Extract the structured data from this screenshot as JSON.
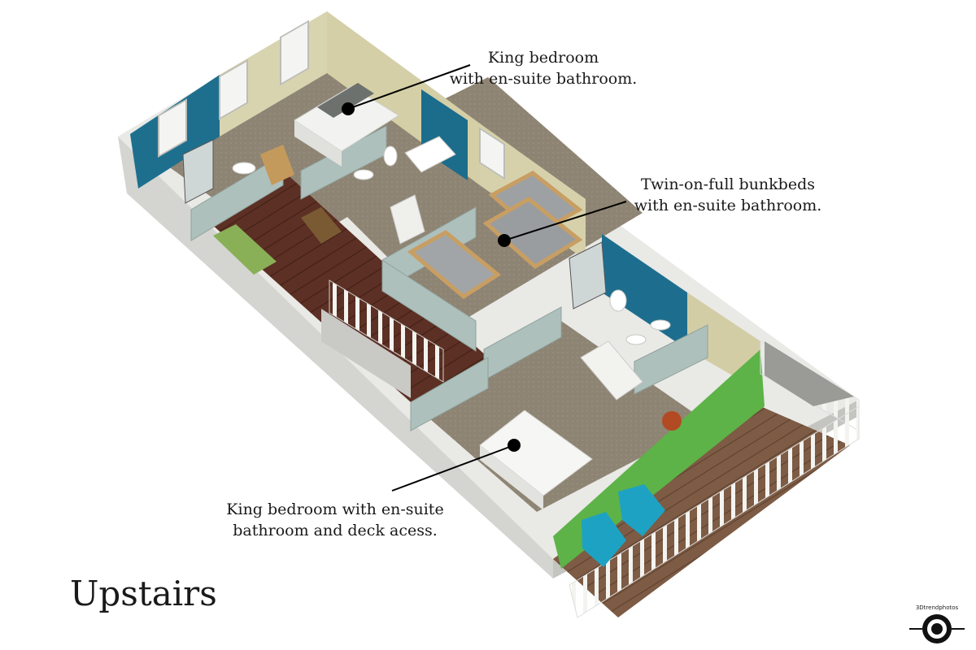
{
  "callouts": {
    "king_top": {
      "line1": "King bedroom",
      "line2": "with en-suite bathroom."
    },
    "bunk": {
      "line1": "Twin-on-full bunkbeds",
      "line2": "with en-suite bathroom."
    },
    "king_deck": {
      "line1": "King bedroom with en-suite",
      "line2": "bathroom and deck acess."
    }
  },
  "floor_title": "Upstairs",
  "watermark": "3Dtrendphotos",
  "colors": {
    "wall_blue": "#1e6f8e",
    "wall_beige": "#d7d3b0",
    "wall_sage": "#a9bdb9",
    "carpet": "#8f8574",
    "hardwood": "#5a2f22",
    "deck": "#7a5a44",
    "siding_green": "#5db347",
    "chair_teal": "#1ea2c4"
  }
}
